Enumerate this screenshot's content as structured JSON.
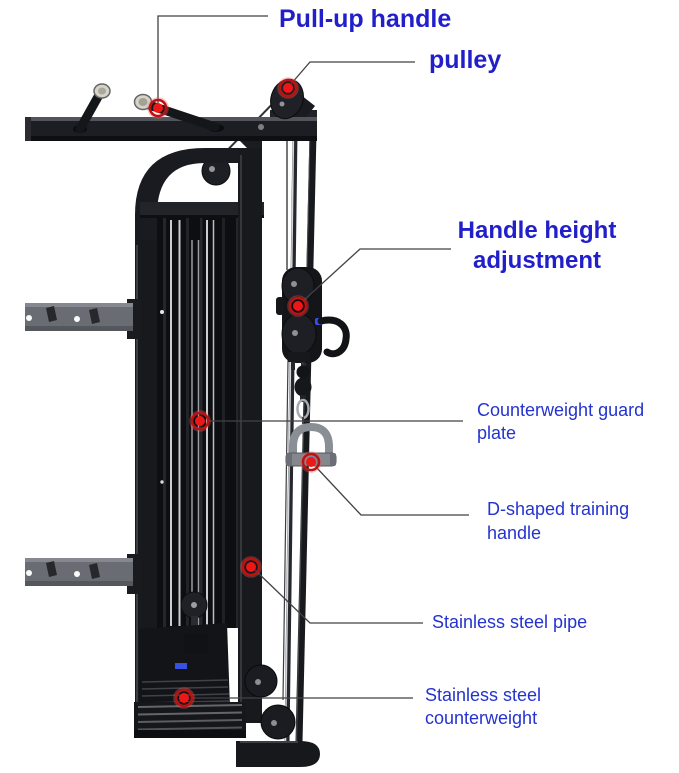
{
  "page": {
    "title": "Functional trainer pulley machine parts diagram",
    "background": "#ffffff"
  },
  "annotations": {
    "pull_up_handle": {
      "label": "Pull-up handle"
    },
    "pulley": {
      "label": "pulley"
    },
    "handle_height_adjustment": {
      "line1": "Handle height",
      "line2": "adjustment"
    },
    "counterweight_guard_plate": {
      "line1": "Counterweight guard",
      "line2": "plate"
    },
    "d_shaped_training_handle": {
      "line1": "D-shaped training",
      "line2": "handle"
    },
    "stainless_steel_pipe": {
      "label": "Stainless steel pipe"
    },
    "stainless_steel_counterweight": {
      "line1": "Stainless steel",
      "line2": "counterweight"
    }
  },
  "colors": {
    "label_primary": "#211fc9",
    "label_secondary": "#2433cf",
    "marker_fill": "#ee1717",
    "marker_ring": "#b91313",
    "leader_line": "#414144",
    "machine_dark": "#17191d",
    "weight_pin_blue": "#3751e3"
  }
}
